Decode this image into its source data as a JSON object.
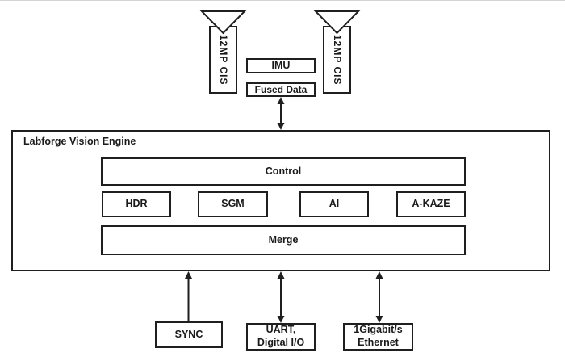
{
  "cameras": {
    "left_label": "12MP CIS",
    "right_label": "12MP CIS"
  },
  "sensors": {
    "imu_label": "IMU",
    "fused_data_label": "Fused Data"
  },
  "engine": {
    "title": "Labforge Vision Engine",
    "control_label": "Control",
    "modules": [
      "HDR",
      "SGM",
      "AI",
      "A-KAZE"
    ],
    "merge_label": "Merge"
  },
  "io": {
    "sync_label": "SYNC",
    "uart_line1": "UART,",
    "uart_line2": "Digital I/O",
    "ethernet_line1": "1Gigabit/s",
    "ethernet_line2": "Ethernet"
  },
  "colors": {
    "line": "#1f1f1f",
    "background": "#ffffff"
  }
}
